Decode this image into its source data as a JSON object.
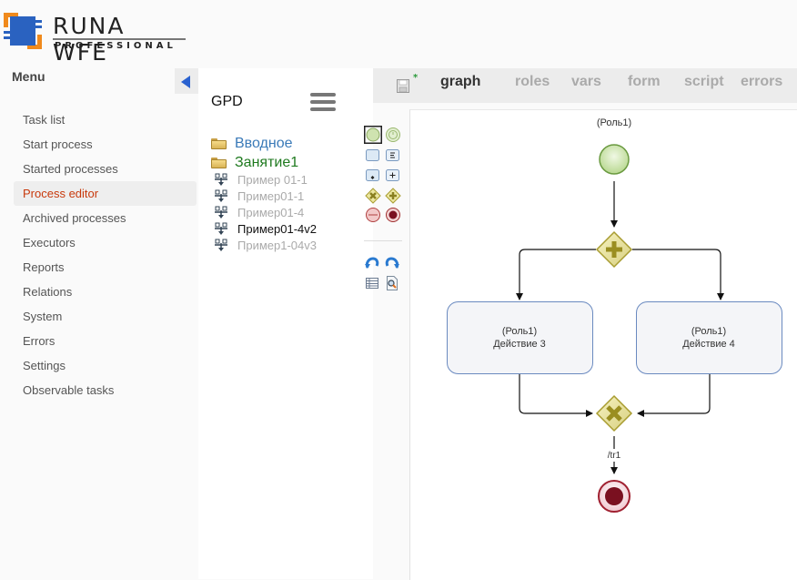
{
  "brand": {
    "title": "RUNA WFE",
    "subtitle": "PROFESSIONAL",
    "colors": {
      "orange": "#f08a1c",
      "blue": "#2a62c0"
    }
  },
  "sidebar": {
    "title": "Menu",
    "collapse_icon": "triangle-left-icon",
    "items": [
      {
        "label": "Task list",
        "active": false
      },
      {
        "label": "Start process",
        "active": false
      },
      {
        "label": "Started processes",
        "active": false
      },
      {
        "label": "Process editor",
        "active": true
      },
      {
        "label": "Archived processes",
        "active": false
      },
      {
        "label": "Executors",
        "active": false
      },
      {
        "label": "Reports",
        "active": false
      },
      {
        "label": "Relations",
        "active": false
      },
      {
        "label": "System",
        "active": false
      },
      {
        "label": "Errors",
        "active": false
      },
      {
        "label": "Settings",
        "active": false
      },
      {
        "label": "Observable tasks",
        "active": false
      }
    ],
    "active_color": "#c8390c"
  },
  "tree": {
    "title": "GPD",
    "menu_icon": "hamburger-icon",
    "folders": [
      {
        "label": "Вводное",
        "color": "#3a7ab8"
      },
      {
        "label": "Занятие1",
        "color": "#1f7a1f"
      }
    ],
    "processes": [
      {
        "label": "Пример 01-1",
        "selected": false
      },
      {
        "label": "Пример01-1",
        "selected": false
      },
      {
        "label": "Пример01-4",
        "selected": false
      },
      {
        "label": "Пример01-4v2",
        "selected": true
      },
      {
        "label": "Пример1-04v3",
        "selected": false
      }
    ]
  },
  "palette": {
    "tools": [
      {
        "name": "start-event-tool-icon",
        "selected": true
      },
      {
        "name": "timer-event-tool-icon",
        "selected": false
      },
      {
        "name": "task-tool-icon",
        "selected": false
      },
      {
        "name": "script-task-tool-icon",
        "selected": false
      },
      {
        "name": "multi-instance-tool-icon",
        "selected": false
      },
      {
        "name": "subprocess-tool-icon",
        "selected": false
      },
      {
        "name": "exclusive-gateway-tool-icon",
        "selected": false
      },
      {
        "name": "parallel-gateway-tool-icon",
        "selected": false
      },
      {
        "name": "end-token-tool-icon",
        "selected": false
      },
      {
        "name": "end-event-tool-icon",
        "selected": false
      }
    ],
    "actions": [
      {
        "name": "undo-icon"
      },
      {
        "name": "redo-icon"
      },
      {
        "name": "table-icon"
      },
      {
        "name": "inspect-icon"
      }
    ]
  },
  "tabs": {
    "save_icon": "floppy-disk-icon",
    "dirty_marker": "*",
    "items": [
      {
        "label": "graph",
        "active": true
      },
      {
        "label": "roles",
        "active": false
      },
      {
        "label": "vars",
        "active": false
      },
      {
        "label": "form",
        "active": false
      },
      {
        "label": "script",
        "active": false
      },
      {
        "label": "errors",
        "active": false
      }
    ]
  },
  "diagram": {
    "start_event": {
      "lane_label": "(Роль1)"
    },
    "fork_gateway": {
      "type": "parallel"
    },
    "tasks": [
      {
        "role": "(Роль1)",
        "name": "Действие 3"
      },
      {
        "role": "(Роль1)",
        "name": "Действие 4"
      }
    ],
    "join_gateway": {
      "type": "exclusive"
    },
    "transition_label": "/tr1",
    "end_event": {
      "type": "end"
    }
  }
}
